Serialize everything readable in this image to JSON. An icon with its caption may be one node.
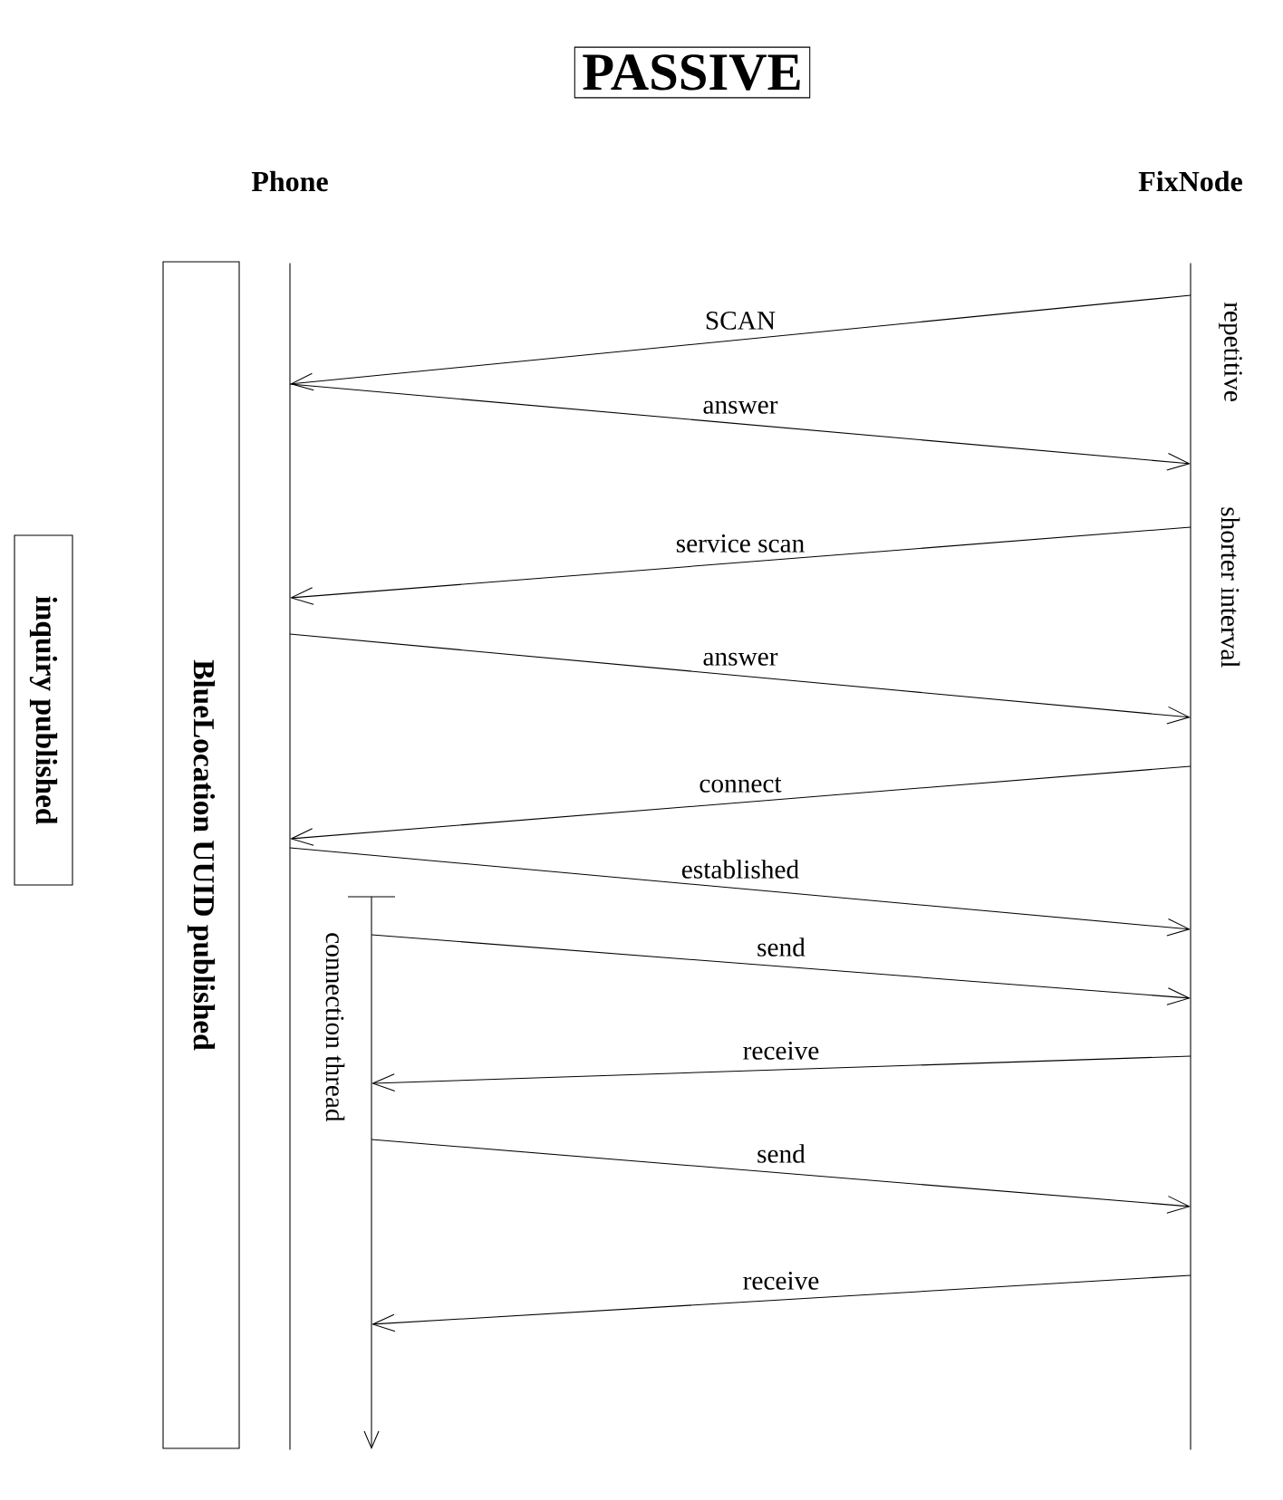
{
  "diagram": {
    "title": "PASSIVE",
    "nodes": [
      {
        "text": [
          "Phone"
        ]
      },
      {
        "text": [
          "FixNode"
        ]
      },
      {
        "text": [
          "BlueLocation UUID published"
        ]
      },
      {
        "text": [
          "inquiry published"
        ]
      },
      {
        "text": [
          "connection thread"
        ]
      }
    ],
    "edges": [
      {
        "from": 1,
        "to": 0,
        "arrow": "to",
        "label": "SCAN"
      },
      {
        "from": 0,
        "to": 1,
        "arrow": "to",
        "label": "answer"
      },
      {
        "from": 1,
        "to": 0,
        "arrow": "to",
        "label": "service scan"
      },
      {
        "from": 0,
        "to": 1,
        "arrow": "to",
        "label": "answer"
      },
      {
        "from": 1,
        "to": 0,
        "arrow": "to",
        "label": "connect"
      },
      {
        "from": 0,
        "to": 1,
        "arrow": "to",
        "label": "established"
      },
      {
        "from": 4,
        "to": 1,
        "arrow": "to",
        "label": "send"
      },
      {
        "from": 1,
        "to": 4,
        "arrow": "to",
        "label": "receive"
      },
      {
        "from": 4,
        "to": 1,
        "arrow": "to",
        "label": "send"
      },
      {
        "from": 1,
        "to": 4,
        "arrow": "to",
        "label": "receive"
      }
    ],
    "labels": [
      "repetitive",
      "shorter interval"
    ]
  }
}
